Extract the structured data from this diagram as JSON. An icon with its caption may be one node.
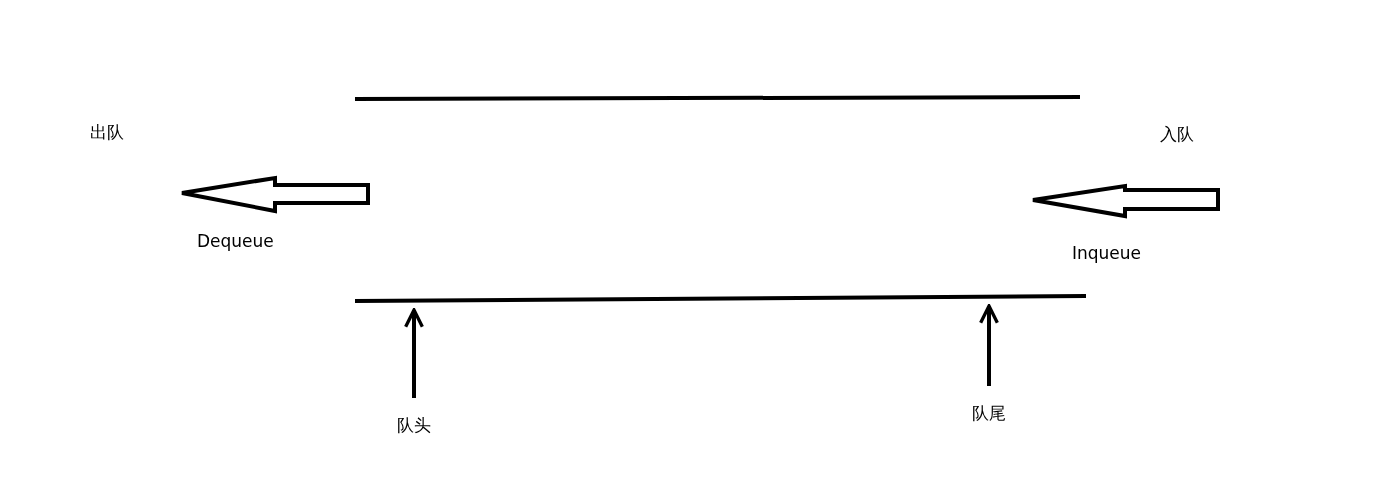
{
  "diagram": {
    "nodes": [
      {
        "text": [
          "队头"
        ]
      },
      {
        "text": [
          "队尾"
        ]
      }
    ],
    "edges": [
      {
        "from": 0,
        "to": null,
        "arrow": "to"
      },
      {
        "from": 1,
        "to": null,
        "arrow": "to"
      }
    ],
    "labels": [
      "出队",
      "入队",
      "Dequeue",
      "Inqueue"
    ]
  }
}
